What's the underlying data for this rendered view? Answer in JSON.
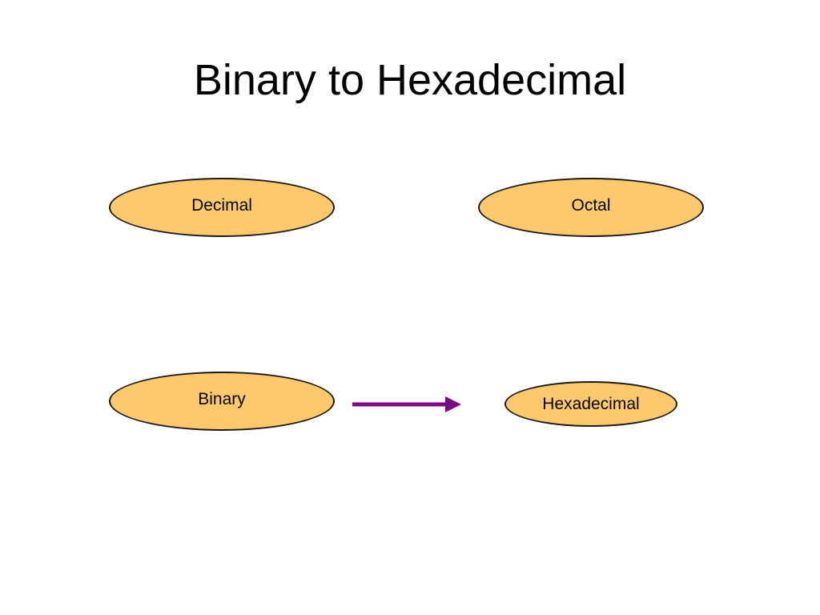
{
  "slide": {
    "title": "Binary to Hexadecimal"
  },
  "nodes": {
    "decimal": "Decimal",
    "octal": "Octal",
    "binary": "Binary",
    "hexadecimal": "Hexadecimal"
  },
  "colors": {
    "node_fill": "#fdc96b",
    "arrow": "#7b0a86"
  }
}
